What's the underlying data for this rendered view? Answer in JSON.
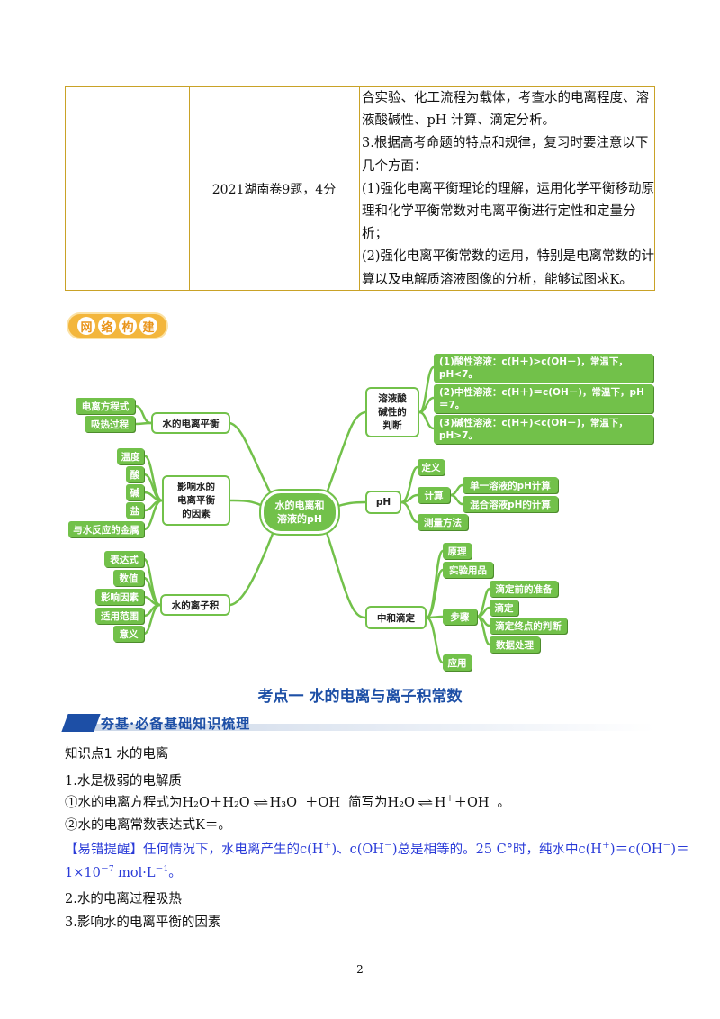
{
  "table": {
    "source": "2021湖南卷9题，4分",
    "lines": [
      "合实验、化工流程为载体，考查水的电离程度、溶",
      "液酸碱性、pH 计算、滴定分析。",
      "3.根据高考命题的特点和规律，复习时要注意以下",
      "几个方面：",
      "(1)强化电离平衡理论的理解，运用化学平衡移动原",
      "理和化学平衡常数对电离平衡进行定性和定量分",
      "析；",
      "(2)强化电离平衡常数的运用，特别是电离常数的计",
      "算以及电解质溶液图像的分析，能够试图求K。"
    ]
  },
  "badge": [
    "网",
    "络",
    "构",
    "建"
  ],
  "mindmap": {
    "center": [
      "水的电离和",
      "溶液的pH"
    ],
    "ionization": "水的电离平衡",
    "eq_formula": "电离方程式",
    "endothermic": "吸热过程",
    "factors": [
      "影响水的",
      "电离平衡",
      "的因素"
    ],
    "temp": "温度",
    "acid": "酸",
    "base": "碱",
    "salt": "盐",
    "metal": "与水反应的金属",
    "kw": "水的离子积",
    "expr": "表达式",
    "value": "数值",
    "influence": "影响因素",
    "scope": "适用范围",
    "meaning": "意义",
    "acidity": [
      "溶液酸",
      "碱性的",
      "判断"
    ],
    "acidic": "(1)酸性溶液：c(H＋)>c(OH－)，常温下，pH<7。",
    "neutral": "(2)中性溶液：c(H＋)＝c(OH－)，常温下，pH＝7。",
    "basic": "(3)碱性溶液：c(H＋)<c(OH－)，常温下，pH>7。",
    "ph": "pH",
    "definition": "定义",
    "calc": "计算",
    "single": "单一溶液的pH计算",
    "mixed": "混合溶液pH的计算",
    "measure": "测量方法",
    "titration": "中和滴定",
    "principle": "原理",
    "equipment": "实验用品",
    "steps": "步骤",
    "prep": "滴定前的准备",
    "titrate": "滴定",
    "endpoint": "滴定终点的判断",
    "data": "数据处理",
    "app": "应用"
  },
  "heading": "考点一  水的电离与离子积常数",
  "section": "夯基·必备基础知识梳理",
  "kp1": "知识点1  水的电离",
  "l1": "1.水是极弱的电解质",
  "l2": {
    "a": "①水的电离方程式为H₂O＋H₂O",
    "b": "H₃O",
    "c": "＋OH",
    "d": "简写为H₂O",
    "e": "H",
    "f": "＋OH",
    "g": "。"
  },
  "l3": "②水的电离常数表达式K＝。",
  "tip": {
    "a": "【易错提醒】任何情况下，水电离产生的c(H",
    "b": ")、c(OH",
    "c": ")总是相等的。25 C°时，纯水中c(H",
    "d": ")＝c(OH",
    "e": ")＝",
    "f": "1×10",
    "g": "  mol·L",
    "h": "。"
  },
  "sup": {
    "plus": "＋",
    "minus": "－",
    "e7": "－7",
    "e1": "－1"
  },
  "l4": "2.水的电离过程吸热",
  "l5": "3.影响水的电离平衡的因素",
  "page": "2"
}
